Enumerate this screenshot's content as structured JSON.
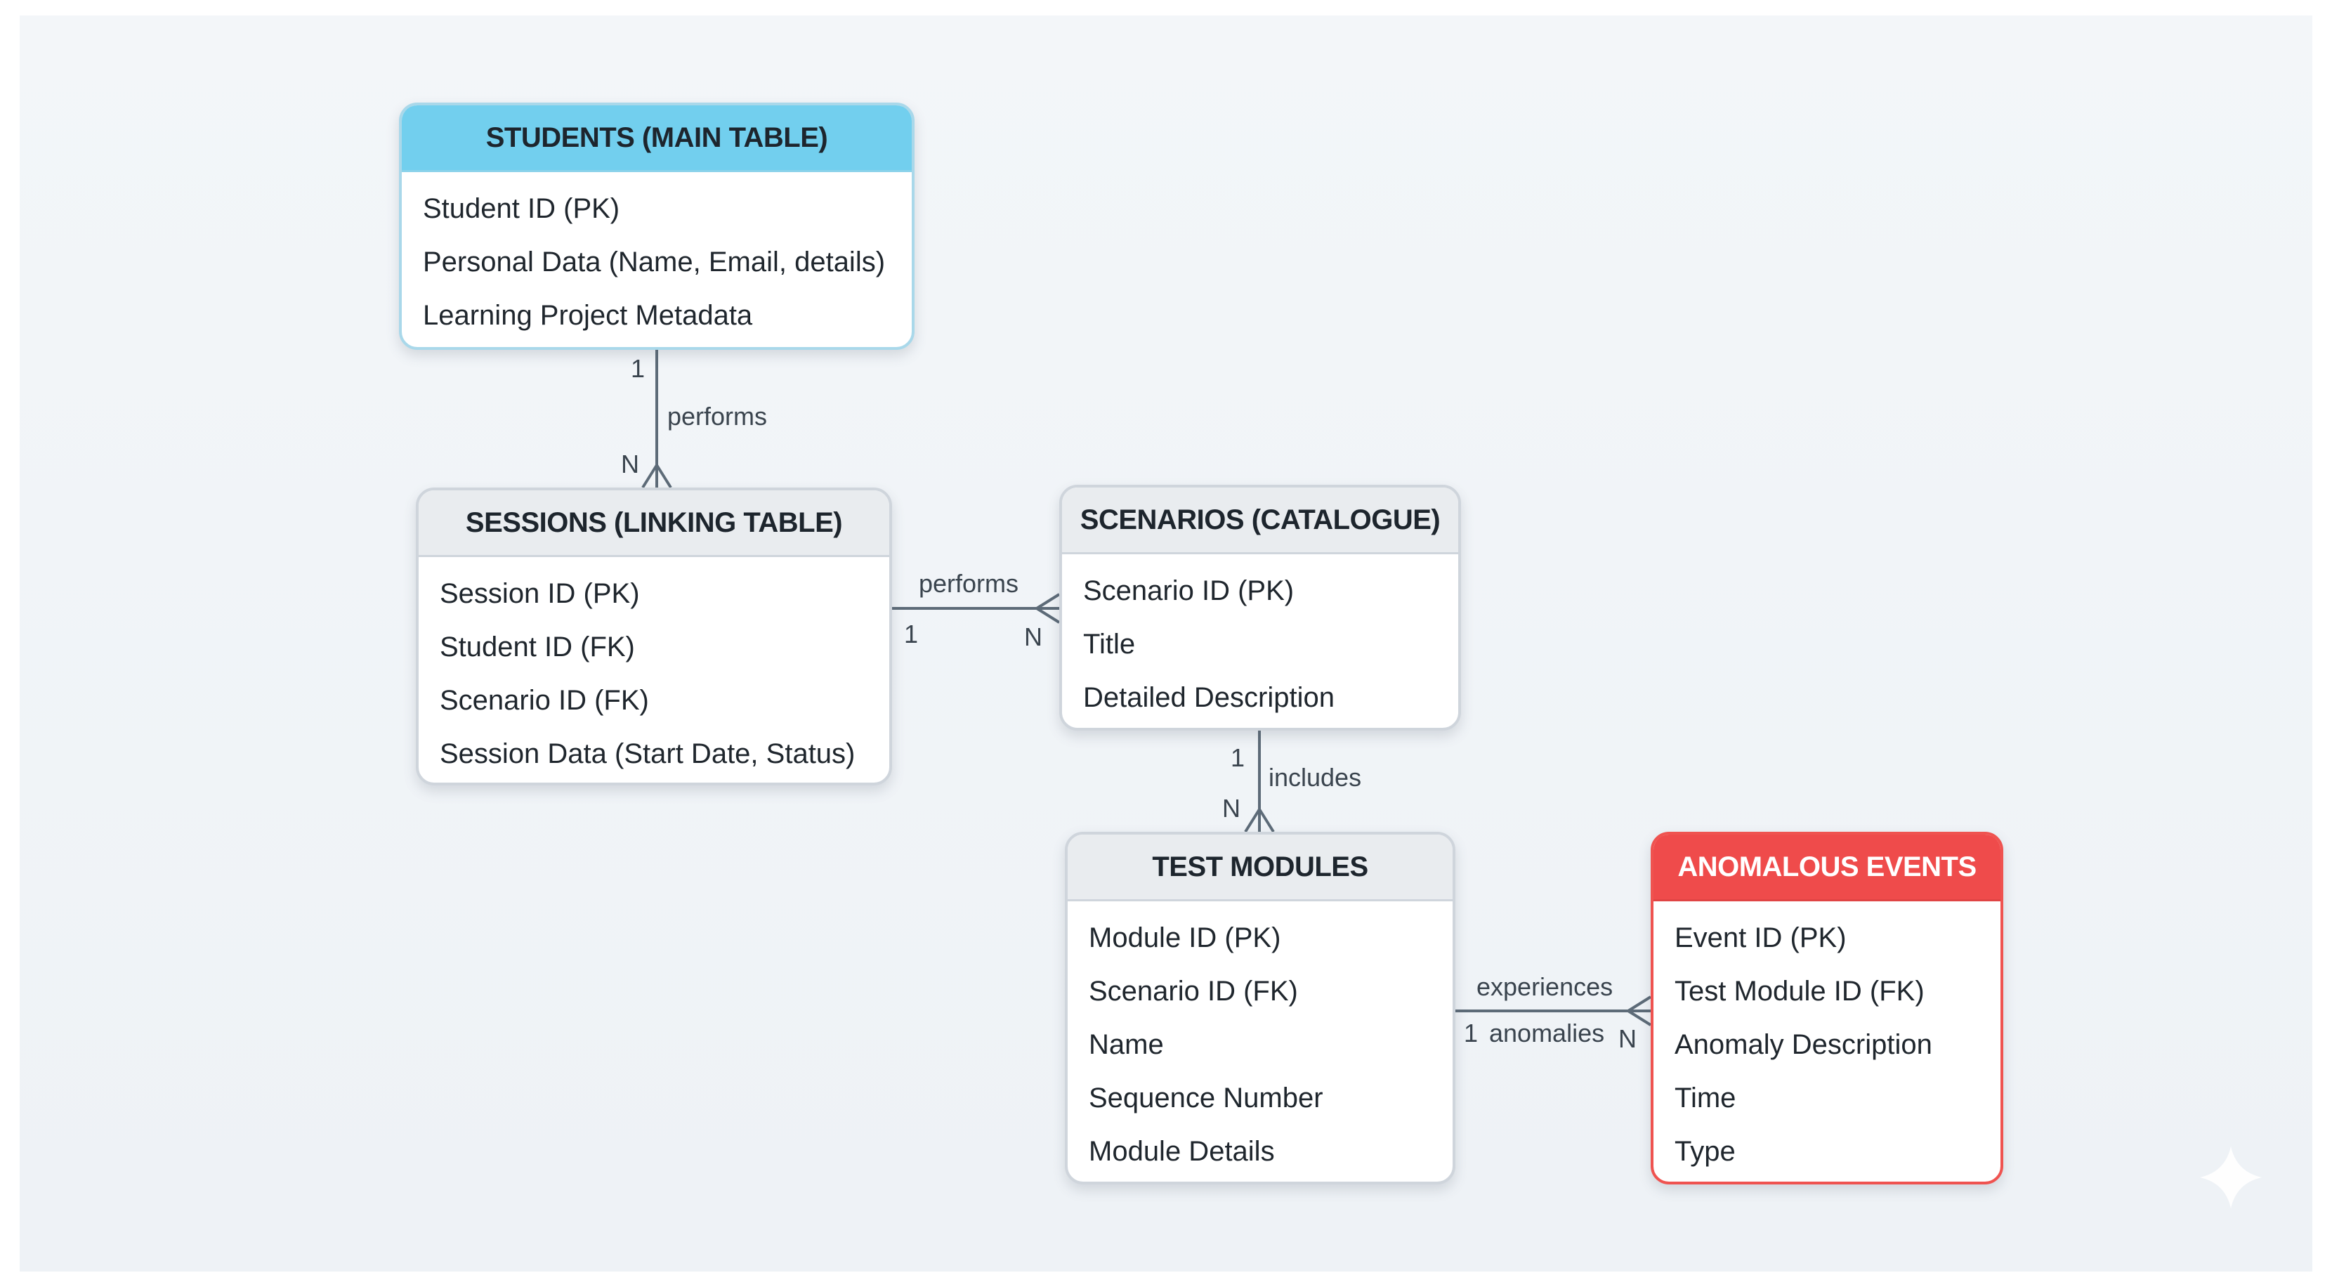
{
  "entities": {
    "students": {
      "title": "STUDENTS (MAIN TABLE)",
      "fields": [
        "Student ID (PK)",
        "Personal Data (Name, Email, details)",
        "Learning Project Metadata"
      ]
    },
    "sessions": {
      "title": "SESSIONS (LINKING TABLE)",
      "fields": [
        "Session ID (PK)",
        "Student ID (FK)",
        "Scenario ID (FK)",
        "Session Data (Start Date, Status)"
      ]
    },
    "scenarios": {
      "title": "SCENARIOS (CATALOGUE)",
      "fields": [
        "Scenario ID (PK)",
        "Title",
        "Detailed Description"
      ]
    },
    "test_modules": {
      "title": "TEST MODULES",
      "fields": [
        "Module ID (PK)",
        "Scenario ID (FK)",
        "Name",
        "Sequence Number",
        "Module Details"
      ]
    },
    "anomalous_events": {
      "title": "ANOMALOUS EVENTS",
      "fields": [
        "Event ID (PK)",
        "Test Module ID (FK)",
        "Anomaly Description",
        "Time",
        "Type"
      ]
    }
  },
  "relationships": [
    {
      "from": "students",
      "to": "sessions",
      "label": "performs",
      "from_card": "1",
      "to_card": "N"
    },
    {
      "from": "sessions",
      "to": "scenarios",
      "label": "performs",
      "from_card": "1",
      "to_card": "N"
    },
    {
      "from": "scenarios",
      "to": "test_modules",
      "label": "includes",
      "from_card": "1",
      "to_card": "N"
    },
    {
      "from": "test_modules",
      "to": "anomalous_events",
      "label": "experiences",
      "label2": "anomalies",
      "from_card": "1",
      "to_card": "N"
    }
  ],
  "colors": {
    "students_header": "#72cfee",
    "anomalous_header": "#ef4b4b",
    "neutral_header": "#e9ecef",
    "connector": "#5d6b78"
  },
  "icons": [
    "sparkle-icon"
  ]
}
